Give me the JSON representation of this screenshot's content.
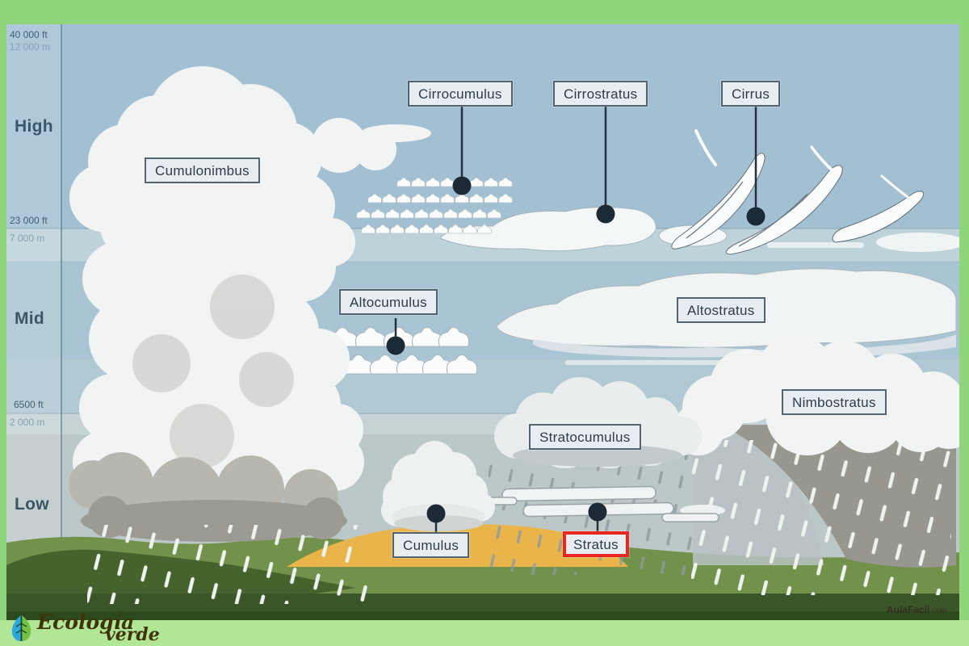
{
  "diagram": {
    "title_context": "Cloud types by altitude",
    "altitude_scale": {
      "divider_40000": {
        "ft": "40 000 ft",
        "m": "12 000 m"
      },
      "high": "High",
      "divider_23000": {
        "ft": "23 000 ft",
        "m": "7 000 m"
      },
      "mid": "Mid",
      "divider_6500": {
        "ft": "6500 ft",
        "m": "2 000 m"
      },
      "low": "Low"
    },
    "cloud_labels": {
      "cumulonimbus": "Cumulonimbus",
      "cirrocumulus": "Cirrocumulus",
      "cirrostratus": "Cirrostratus",
      "cirrus": "Cirrus",
      "altocumulus": "Altocumulus",
      "altostratus": "Altostratus",
      "nimbostratus": "Nimbostratus",
      "stratocumulus": "Stratocumulus",
      "cumulus": "Cumulus",
      "stratus": "Stratus"
    },
    "highlighted_label": "Stratus",
    "colors": {
      "highlight_red": "#e82820",
      "frame_green": "#8fd57b",
      "bottom_strip_green": "#b2e697",
      "sky_high": "#a3c0d3",
      "sky_mid": "#a9c4d3",
      "sky_low_gray": "#bcc7c7",
      "ground_green": "#72914b",
      "field_yellow": "#e9b54a",
      "connector_dark": "#1c2a36"
    },
    "branding": {
      "logo_word_1": "Ecología",
      "logo_word_2": "verde",
      "credit": "AulaFacil",
      "credit_suffix": ".com"
    }
  }
}
